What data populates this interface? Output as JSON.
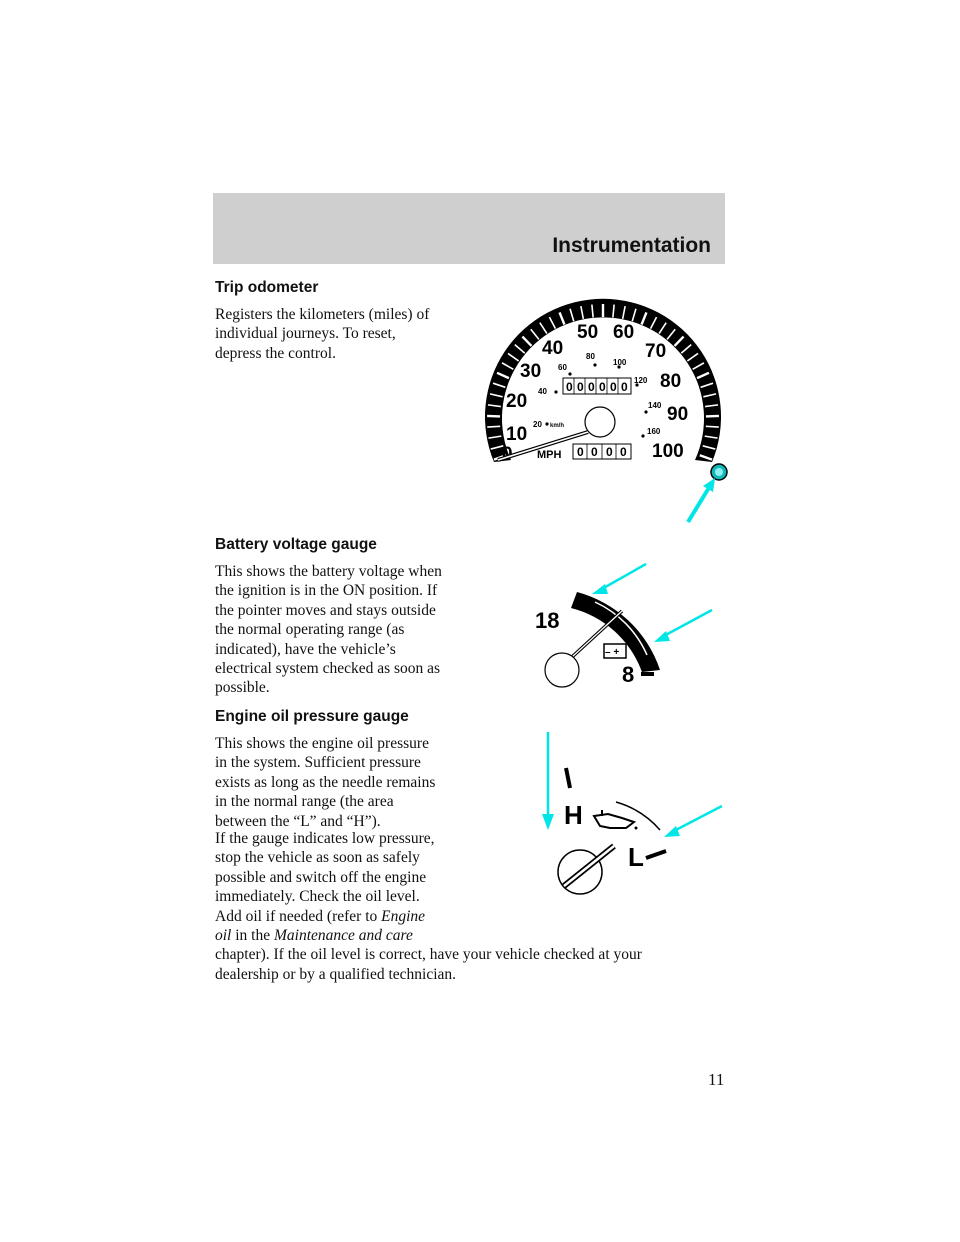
{
  "header": {
    "title": "Instrumentation"
  },
  "sections": {
    "trip": {
      "title": "Trip odometer",
      "lines": [
        "Registers the kilometers (miles) of",
        "individual journeys. To reset,",
        "depress the control."
      ]
    },
    "battery": {
      "title": "Battery voltage gauge",
      "lines": [
        "This shows the battery voltage when",
        "the ignition is in the ON position. If",
        "the pointer moves and stays outside",
        "the normal operating range (as",
        "indicated), have the vehicle’s",
        "electrical system checked as soon as",
        "possible."
      ]
    },
    "oil": {
      "title": "Engine oil pressure gauge",
      "p1_lines": [
        "This shows the engine oil pressure",
        "in the system. Sufficient pressure",
        "exists as long as the needle remains",
        "in the normal range (the area",
        "between the “L” and “H”)."
      ],
      "p2_lines": [
        "If the gauge indicates low pressure,",
        "stop the vehicle as soon as safely",
        "possible and switch off the engine",
        "immediately. Check the oil level."
      ],
      "p2_ref_prefix": "Add oil if needed (refer to ",
      "p2_ref_italic_1": "Engine",
      "p2_ref_italic_2": "oil",
      "p2_ref_middle": " in the ",
      "p2_ref_italic_3": "Maintenance and care",
      "p2_tail_1": "chapter). If the oil level is correct, have your vehicle checked at your",
      "p2_tail_2": "dealership or by a qualified technician."
    }
  },
  "speedometer": {
    "mph_labels": [
      "0",
      "10",
      "20",
      "30",
      "40",
      "50",
      "60",
      "70",
      "80",
      "90",
      "100"
    ],
    "kmh_labels": [
      "20",
      "40",
      "60",
      "80",
      "100",
      "120",
      "140",
      "160"
    ],
    "kmh_unit": "km/h",
    "mph_unit": "MPH",
    "odometer": [
      "0",
      "0",
      "0",
      "0",
      "0",
      "0"
    ],
    "trip": [
      "0",
      "0",
      "0",
      "0"
    ]
  },
  "battery_gauge": {
    "high_label": "18",
    "low_label": "8",
    "battery_symbol": "– +"
  },
  "oil_gauge": {
    "high_label": "H",
    "low_label": "L"
  },
  "colors": {
    "callout": "#00e5e5",
    "header_band": "#cfcfcf"
  },
  "page_number": "11"
}
